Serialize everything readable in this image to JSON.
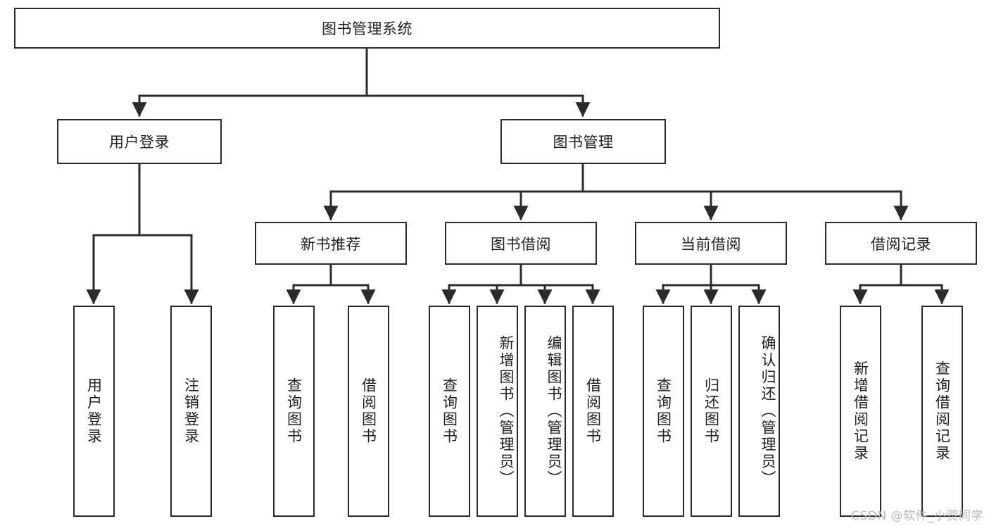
{
  "diagram": {
    "type": "tree",
    "title": "图书管理系统",
    "orientation": "top-down",
    "colors": {
      "node_border": "#2b2b2b",
      "node_fill": "#ffffff",
      "edge": "#2b2b2b",
      "text": "#1f1f1f",
      "watermark": "#b9b9b9",
      "background": "#ffffff"
    },
    "root": {
      "label": "图书管理系统"
    },
    "level2": [
      {
        "label": "用户登录"
      },
      {
        "label": "图书管理"
      }
    ],
    "level3": [
      {
        "label": "新书推荐"
      },
      {
        "label": "图书借阅"
      },
      {
        "label": "当前借阅"
      },
      {
        "label": "借阅记录"
      }
    ],
    "leaves": {
      "user_login": [
        {
          "label": "用户登录"
        },
        {
          "label": "注销登录"
        }
      ],
      "new_book": [
        {
          "label": "查询图书"
        },
        {
          "label": "借阅图书"
        }
      ],
      "book_borrow": [
        {
          "label": "查询图书"
        },
        {
          "label": "新增图书（管理员）"
        },
        {
          "label": "编辑图书（管理员）"
        },
        {
          "label": "借阅图书"
        }
      ],
      "current_borrow": [
        {
          "label": "查询图书"
        },
        {
          "label": "归还图书"
        },
        {
          "label": "确认归还（管理员）"
        }
      ],
      "borrow_record": [
        {
          "label": "新增借阅记录"
        },
        {
          "label": "查询借阅记录"
        }
      ]
    },
    "watermark": "CSDN @软件_小贺同学"
  }
}
